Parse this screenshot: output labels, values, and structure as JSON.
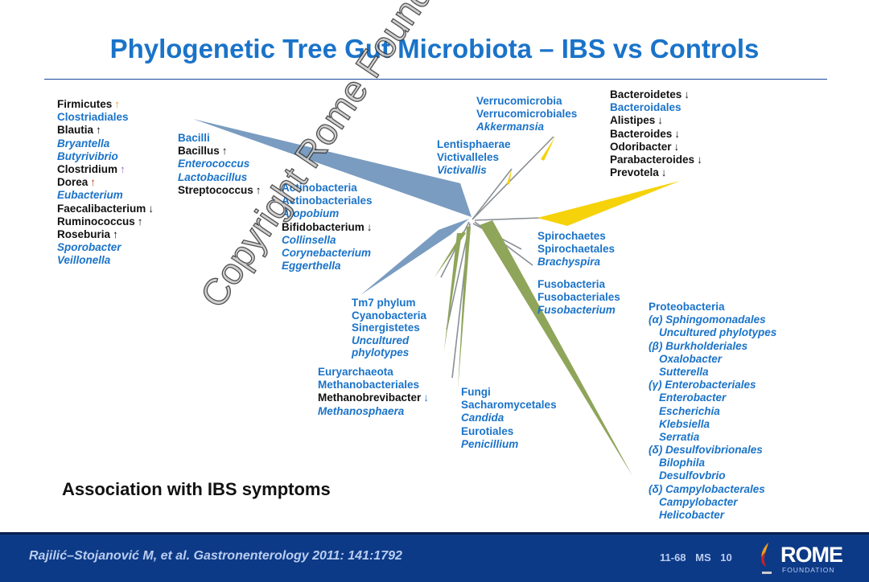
{
  "title": "Phylogenetic Tree Gut Microbiota – IBS vs Controls",
  "groups": {
    "firm": [
      {
        "t": "Firmicutes",
        "s": "b",
        "a": "↑",
        "ac": "#f0a020"
      },
      {
        "t": "Clostriadiales",
        "s": "c"
      },
      {
        "t": "Blautia",
        "s": "b",
        "a": "↑"
      },
      {
        "t": "Bryantella",
        "s": "i"
      },
      {
        "t": "Butyrivibrio",
        "s": "i"
      },
      {
        "t": "Clostridium",
        "s": "b",
        "a": "↑",
        "ac": "#9a6acb"
      },
      {
        "t": "Dorea",
        "s": "b",
        "a": "↑",
        "ac": "#c04020"
      },
      {
        "t": "Eubacterium",
        "s": "i"
      },
      {
        "t": "Faecalibacterium",
        "s": "b",
        "a": "↓"
      },
      {
        "t": "Ruminococcus",
        "s": "b",
        "a": "↑"
      },
      {
        "t": "Roseburia",
        "s": "b",
        "a": "↑"
      },
      {
        "t": "Sporobacter",
        "s": "i"
      },
      {
        "t": "Veillonella",
        "s": "i"
      }
    ],
    "bac": [
      {
        "t": "Bacilli",
        "s": "c"
      },
      {
        "t": "Bacillus",
        "s": "b",
        "a": "↑"
      },
      {
        "t": "Enterococcus",
        "s": "i"
      },
      {
        "t": "Lactobacillus",
        "s": "i"
      },
      {
        "t": "Streptococcus",
        "s": "b",
        "a": "↑"
      }
    ],
    "act": [
      {
        "t": "Actinobacteria",
        "s": "c"
      },
      {
        "t": "Actinobacteriales",
        "s": "c"
      },
      {
        "t": "Atopobium",
        "s": "i"
      },
      {
        "t": "Bifidobacterium",
        "s": "b",
        "a": "↓"
      },
      {
        "t": "Collinsella",
        "s": "i"
      },
      {
        "t": "Corynebacterium",
        "s": "i"
      },
      {
        "t": "Eggerthella",
        "s": "i"
      }
    ],
    "verr": [
      {
        "t": "Verrucomicrobia",
        "s": "c"
      },
      {
        "t": "Verrucomicrobiales",
        "s": "c"
      },
      {
        "t": "Akkermansia",
        "s": "i"
      }
    ],
    "lent": [
      {
        "t": "Lentisphaerae",
        "s": "c"
      },
      {
        "t": "Victivalleles",
        "s": "c"
      },
      {
        "t": "Victivallis",
        "s": "i"
      }
    ],
    "bact": [
      {
        "t": "Bacteroidetes",
        "s": "b",
        "a": "↓"
      },
      {
        "t": "Bacteroidales",
        "s": "c"
      },
      {
        "t": "Alistipes",
        "s": "b",
        "a": "↓"
      },
      {
        "t": "Bacteroides",
        "s": "b",
        "a": "↓"
      },
      {
        "t": "Odoribacter",
        "s": "b",
        "a": "↓"
      },
      {
        "t": "Parabacteroides",
        "s": "b",
        "a": "↓"
      },
      {
        "t": "Prevotela",
        "s": "b",
        "a": "↓"
      }
    ],
    "spir": [
      {
        "t": "Spirochaetes",
        "s": "c"
      },
      {
        "t": "Spirochaetales",
        "s": "c"
      },
      {
        "t": "Brachyspira",
        "s": "i"
      }
    ],
    "fuso": [
      {
        "t": "Fusobacteria",
        "s": "c"
      },
      {
        "t": "Fusobacteriales",
        "s": "c"
      },
      {
        "t": "Fusobacterium",
        "s": "i"
      }
    ],
    "tm7": [
      {
        "t": "Tm7 phylum",
        "s": "c"
      },
      {
        "t": "Cyanobacteria",
        "s": "c"
      },
      {
        "t": "Sinergistetes",
        "s": "c"
      },
      {
        "t": "Uncultured",
        "s": "i"
      },
      {
        "t": "phylotypes",
        "s": "i"
      }
    ],
    "eury": [
      {
        "t": "Euryarchaeota",
        "s": "c"
      },
      {
        "t": "Methanobacteriales",
        "s": "c"
      },
      {
        "t": "Methanobrevibacter",
        "s": "b",
        "a": "↓",
        "ac": "#1a73c9"
      },
      {
        "t": "Methanosphaera",
        "s": "i"
      }
    ],
    "fungi": [
      {
        "t": "Fungi",
        "s": "c"
      },
      {
        "t": "Sacharomycetales",
        "s": "c"
      },
      {
        "t": "Candida",
        "s": "i"
      },
      {
        "t": "Eurotiales",
        "s": "c"
      },
      {
        "t": "Penicillium",
        "s": "i"
      }
    ],
    "prot": [
      {
        "t": "Proteobacteria",
        "s": "c"
      },
      {
        "t": "(α) Sphingomonadales",
        "s": "i"
      },
      {
        "t": "Uncultured phylotypes",
        "s": "i",
        "ind": true
      },
      {
        "t": "(β) Burkholderiales",
        "s": "i"
      },
      {
        "t": "Oxalobacter",
        "s": "i",
        "ind": true
      },
      {
        "t": "Sutterella",
        "s": "i",
        "ind": true
      },
      {
        "t": "(γ) Enterobacteriales",
        "s": "i"
      },
      {
        "t": "Enterobacter",
        "s": "i",
        "ind": true
      },
      {
        "t": "Escherichia",
        "s": "i",
        "ind": true
      },
      {
        "t": "Klebsiella",
        "s": "i",
        "ind": true
      },
      {
        "t": "Serratia",
        "s": "i",
        "ind": true
      },
      {
        "t": "(δ) Desulfovibrionales",
        "s": "i"
      },
      {
        "t": "Bilophila",
        "s": "i",
        "ind": true
      },
      {
        "t": "Desulfovbrio",
        "s": "i",
        "ind": true
      },
      {
        "t": "(δ) Campylobacterales",
        "s": "i"
      },
      {
        "t": "Campylobacter",
        "s": "i",
        "ind": true
      },
      {
        "t": "Helicobacter",
        "s": "i",
        "ind": true
      }
    ]
  },
  "association": "Association with IBS symptoms",
  "watermark": "Copyright Rome Foundation",
  "footer": {
    "citation": "Rajilić–Stojanović M, et al. Gastronenterology 2011: 141:1792",
    "code": "11-68 MS 10",
    "logo_main": "ROME",
    "logo_sub": "FOUNDATION"
  },
  "colors": {
    "firmicutes": "#7a9cc0",
    "bacteroidetes": "#f5d20a",
    "proteobacteria": "#8fa55a"
  }
}
